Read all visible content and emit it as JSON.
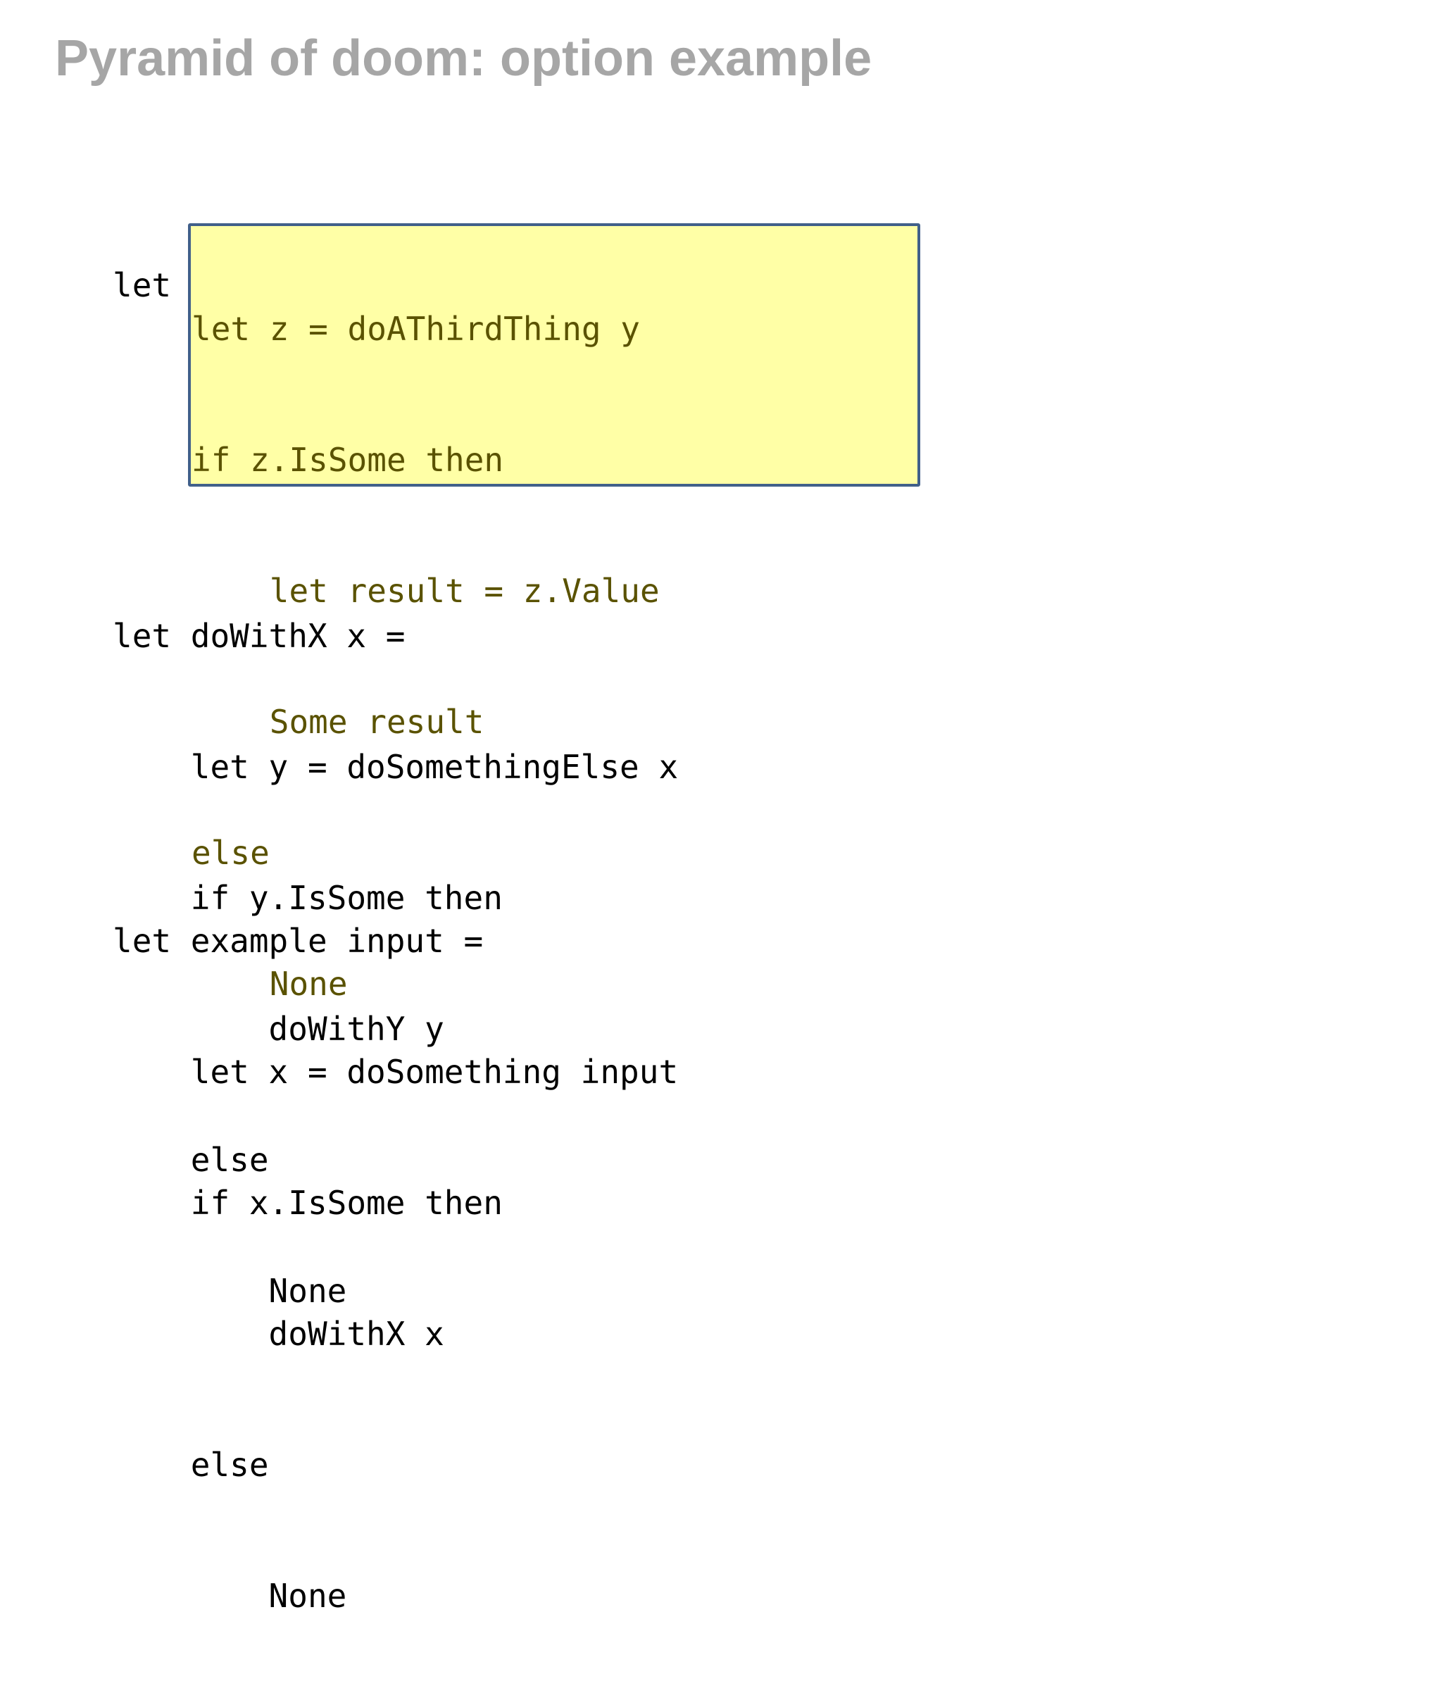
{
  "slide": {
    "title": "Pyramid of doom: option example"
  },
  "code": {
    "block1_header": "let doWithY y =",
    "highlighted": [
      "let z = doAThirdThing y",
      "if z.IsSome then",
      "    let result = z.Value",
      "    Some result",
      "else",
      "    None"
    ],
    "block2": [
      "let doWithX x =",
      "    let y = doSomethingElse x",
      "    if y.IsSome then",
      "        doWithY y",
      "    else",
      "        None"
    ],
    "block3": [
      "let example input =",
      "    let x = doSomething input",
      "    if x.IsSome then",
      "        doWithX x",
      "    else",
      "        None"
    ]
  },
  "colors": {
    "title": "#a6a6a6",
    "highlight_fill": "#ffffa6",
    "highlight_border": "#41608a",
    "highlight_text": "#5a5200",
    "code_text": "#000000"
  }
}
